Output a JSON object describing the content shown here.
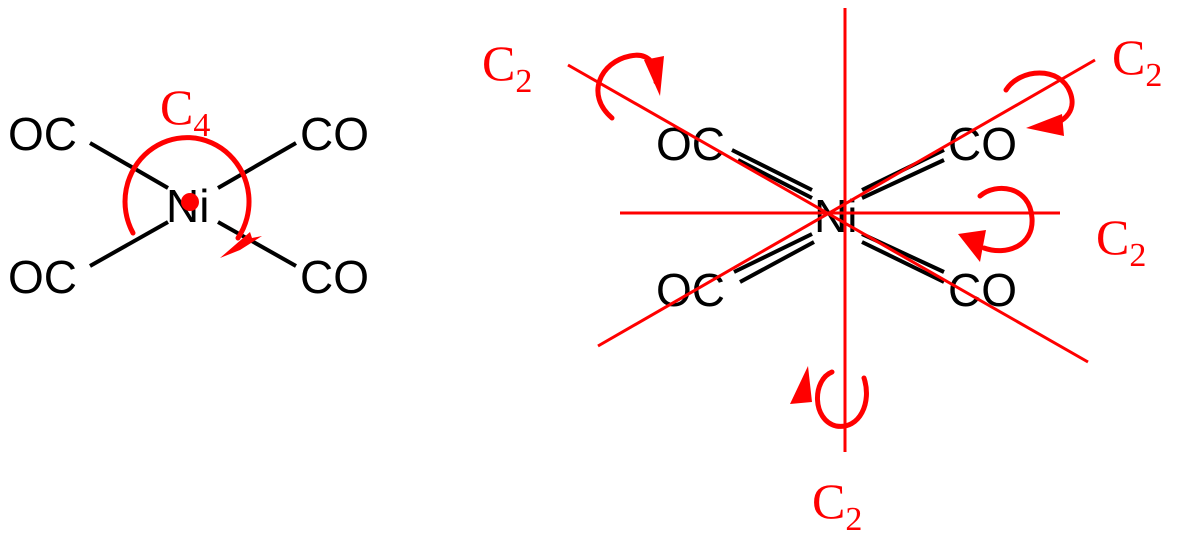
{
  "colors": {
    "axis": "#ff0000",
    "atom": "#000000"
  },
  "left_molecule": {
    "center": "Ni",
    "ligands": [
      "OC",
      "CO",
      "OC",
      "CO"
    ],
    "axis": {
      "symbol": "C",
      "order": "4"
    }
  },
  "right_molecule": {
    "center": "Ni",
    "ligands": [
      "OC",
      "CO",
      "OC",
      "CO"
    ],
    "axes": [
      {
        "symbol": "C",
        "order": "2"
      },
      {
        "symbol": "C",
        "order": "2"
      },
      {
        "symbol": "C",
        "order": "2"
      },
      {
        "symbol": "C",
        "order": "2"
      }
    ]
  }
}
